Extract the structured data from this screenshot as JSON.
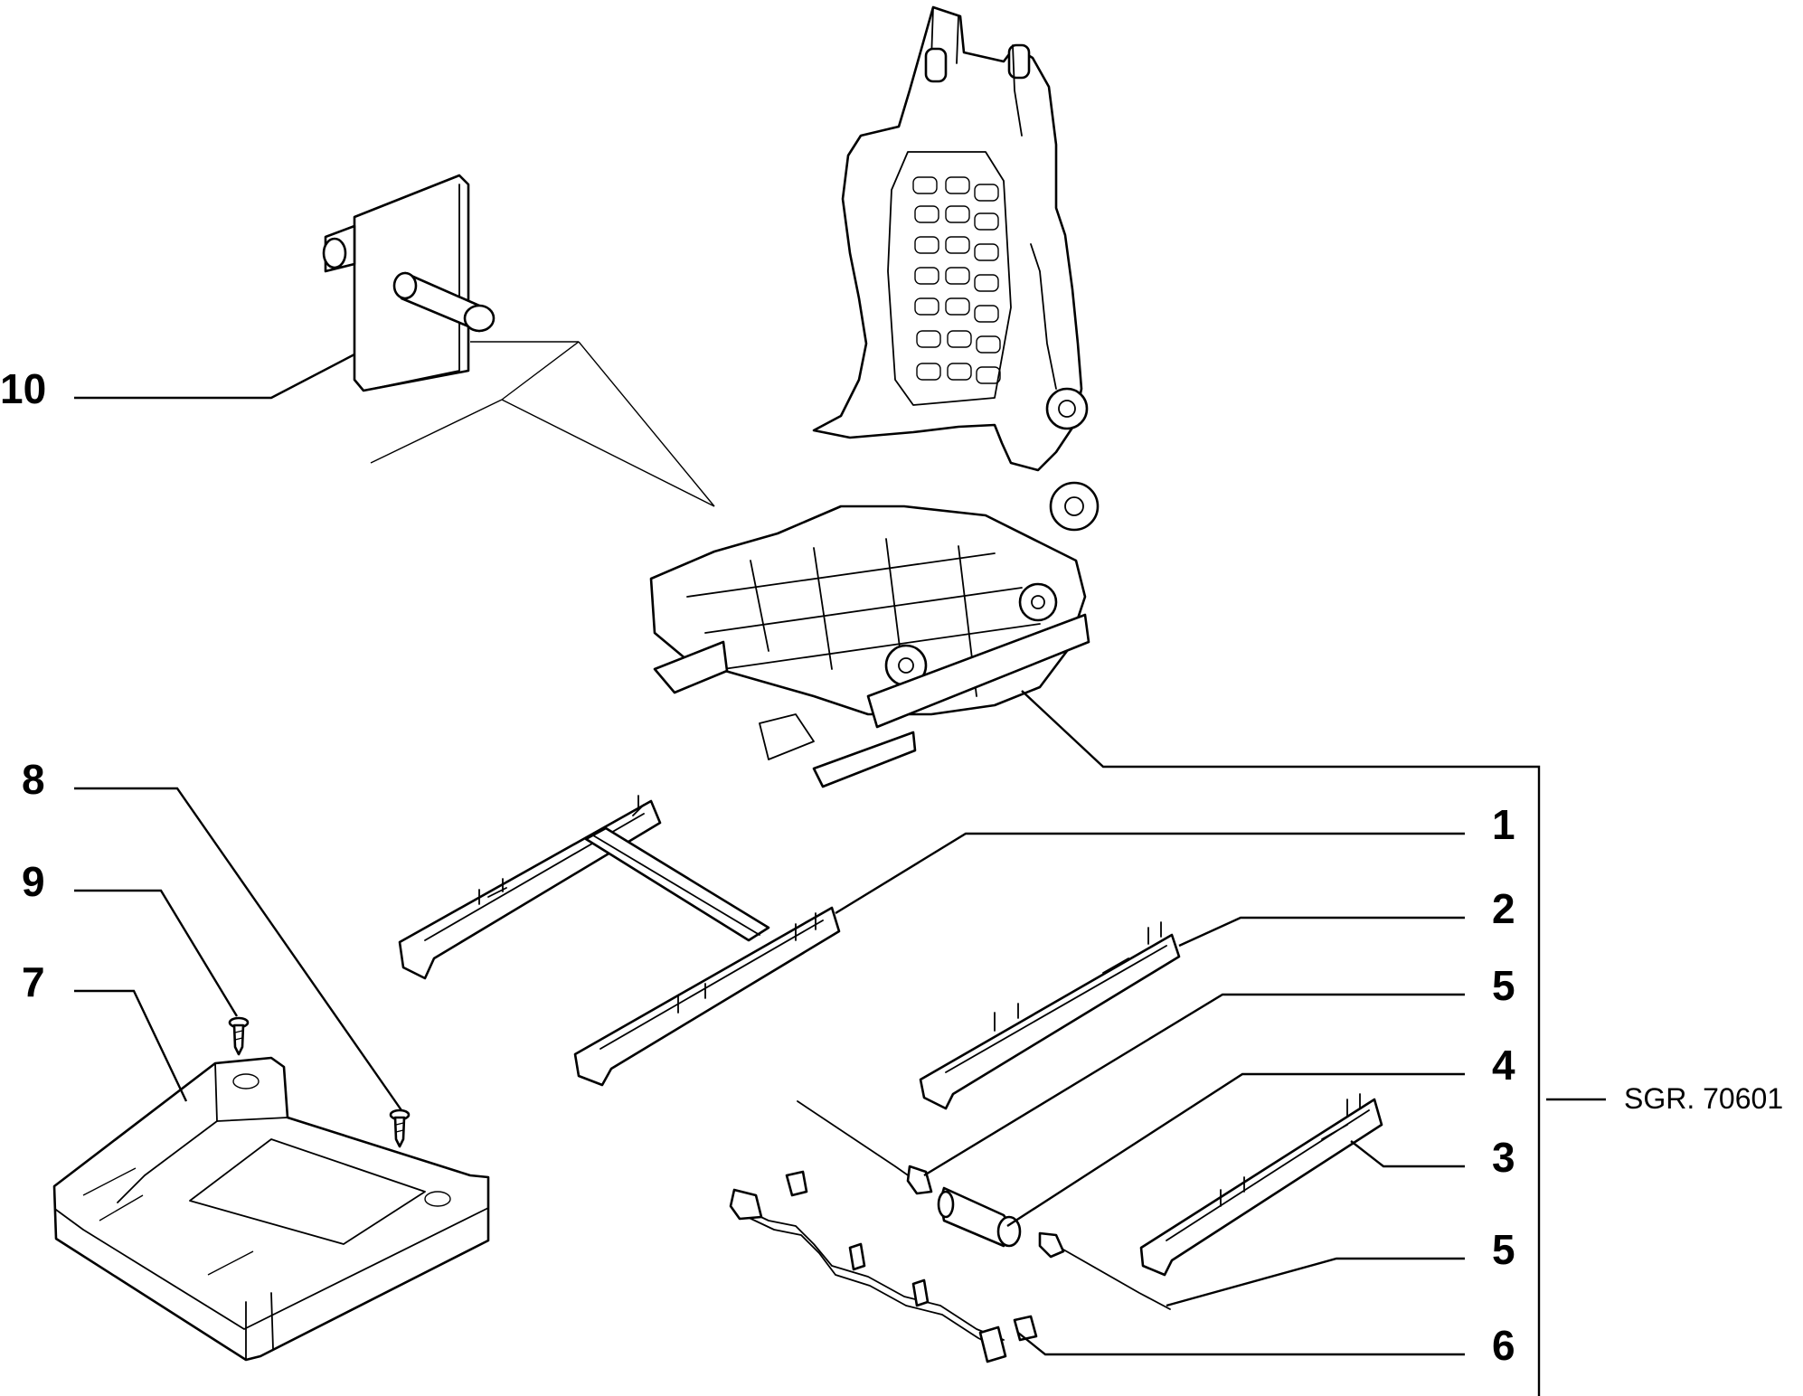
{
  "callouts": {
    "c10": "10",
    "c8": "8",
    "c9": "9",
    "c7": "7",
    "c1": "1",
    "c2": "2",
    "c5a": "5",
    "c4": "4",
    "c3": "3",
    "c5b": "5",
    "c6": "6"
  },
  "group_reference": "SGR. 70601"
}
